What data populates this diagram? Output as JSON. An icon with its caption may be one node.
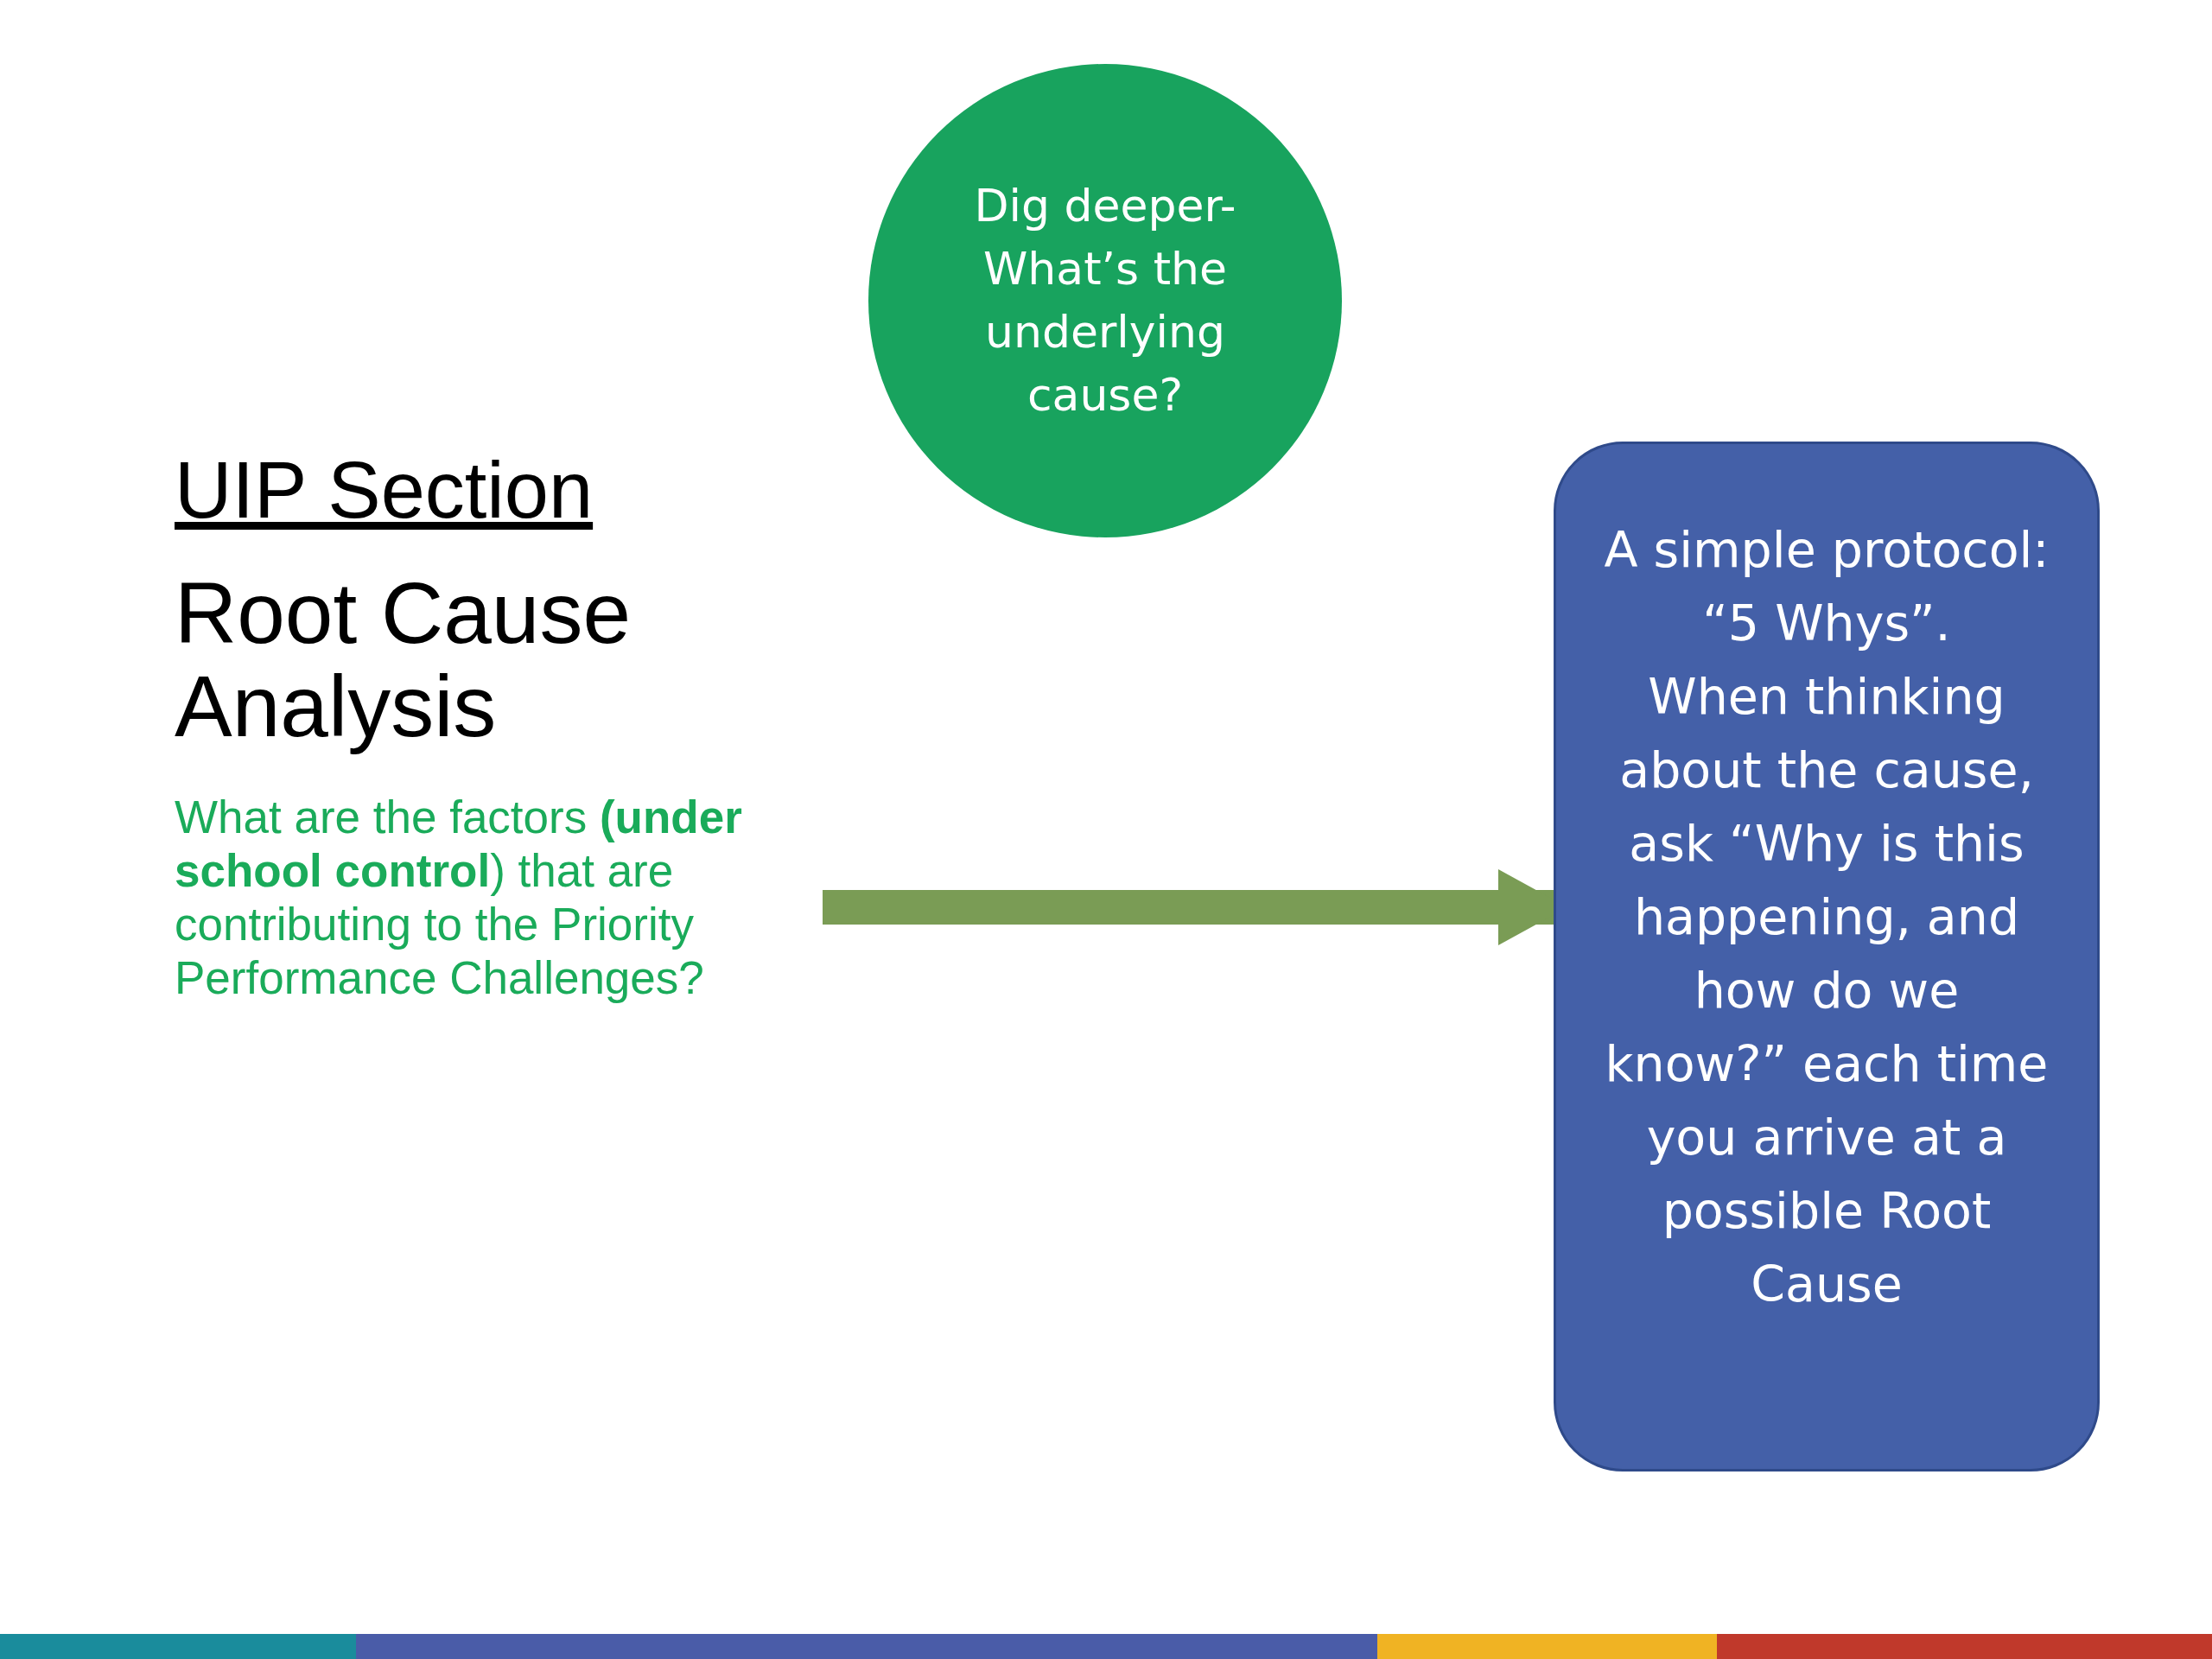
{
  "diagram": {
    "title": "UIP Section",
    "nodes": [
      {
        "text": [
          "What are the factors **(under school control**) that are contributing to the Priority Performance Challenges?"
        ]
      },
      {
        "text": [
          "Dig deeper- What’s the underlying cause?"
        ]
      },
      {
        "text": [
          "A simple protocol: “5 Whys”.",
          "When thinking about the cause, ask “Why is this happening, and how do we know?” each time you arrive at a possible Root Cause"
        ]
      }
    ],
    "edges": [
      {
        "from": 0,
        "to": 2,
        "arrow": "to",
        "color": "#7a9c55"
      }
    ],
    "labels": [
      "Root Cause Analysis"
    ]
  }
}
